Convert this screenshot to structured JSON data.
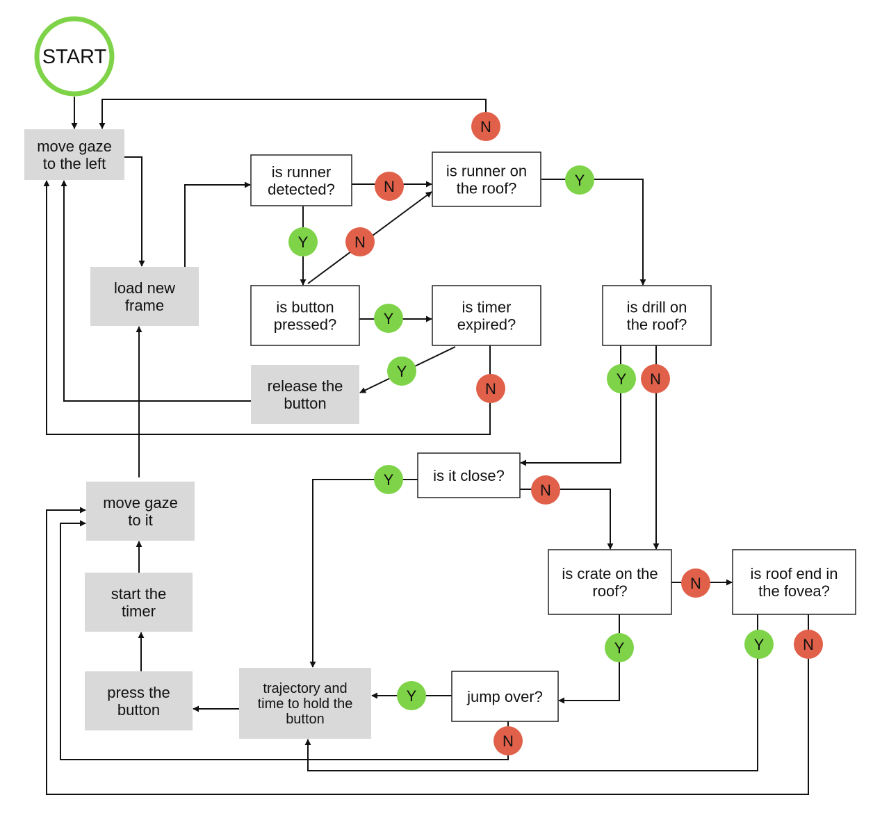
{
  "colors": {
    "process_fill": "#d9d9d9",
    "decision_fill": "#ffffff",
    "decision_border": "#222222",
    "yes_badge": "#7ed348",
    "no_badge": "#e0604a",
    "start_ring": "#7ed348",
    "edge": "#111111"
  },
  "start": {
    "label": "START"
  },
  "badges": {
    "yes": "Y",
    "no": "N"
  },
  "nodes": {
    "move_left": [
      "move gaze",
      "to the left"
    ],
    "load_frame": [
      "load new",
      "frame"
    ],
    "runner_detected": [
      "is runner",
      "detected?"
    ],
    "runner_roof": [
      "is runner on",
      "the roof?"
    ],
    "button_pressed": [
      "is button",
      "pressed?"
    ],
    "timer_expired": [
      "is timer",
      "expired?"
    ],
    "release_button": [
      "release the",
      "button"
    ],
    "drill_roof": [
      "is drill on",
      "the roof?"
    ],
    "is_close": [
      "is it close?"
    ],
    "move_to_it": [
      "move gaze",
      "to it"
    ],
    "start_timer": [
      "start the",
      "timer"
    ],
    "crate_roof": [
      "is crate on the",
      "roof?"
    ],
    "roof_end": [
      "is roof end in",
      "the fovea?"
    ],
    "press_button": [
      "press the",
      "button"
    ],
    "trajectory": [
      "trajectory and",
      "time to hold the",
      "button"
    ],
    "jump_over": [
      "jump over?"
    ]
  }
}
